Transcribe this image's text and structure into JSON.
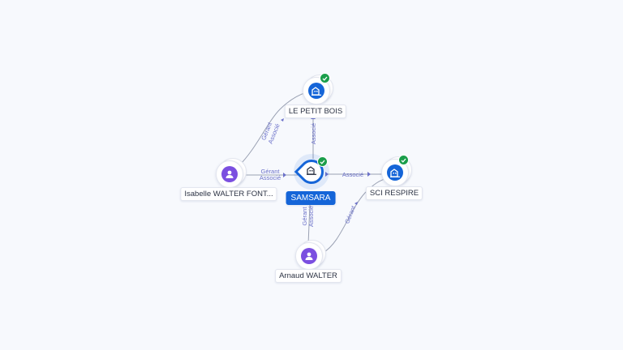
{
  "colors": {
    "edge": "#9aa1b3",
    "edge_label": "#6c72c9",
    "company": "#1565d8",
    "person": "#7b4fe0",
    "check": "#1b9e4b"
  },
  "nodes": {
    "le_petit_bois": {
      "label": "LE PETIT BOIS",
      "icon": "building-icon",
      "status": "check-icon"
    },
    "samsara": {
      "label": "SAMSARA",
      "icon": "building-icon",
      "status": "check-icon"
    },
    "sci_respire": {
      "label": "SCI RESPIRE",
      "icon": "building-icon",
      "status": "check-icon"
    },
    "isabelle": {
      "label": "Isabelle WALTER FONT...",
      "icon": "person-icon"
    },
    "arnaud": {
      "label": "Arnaud WALTER",
      "icon": "person-icon"
    }
  },
  "edges": {
    "isabelle_petitbois": {
      "label1": "Gérant",
      "label2": "Associé"
    },
    "isabelle_samsara": {
      "label1": "Gérant",
      "label2": "Associé"
    },
    "samsara_petitbois": {
      "label1": "Associé"
    },
    "samsara_respire": {
      "label1": "Associé"
    },
    "arnaud_samsara": {
      "label1": "Gérant",
      "label2": "Associé"
    },
    "arnaud_respire": {
      "label1": "Gérant"
    }
  }
}
